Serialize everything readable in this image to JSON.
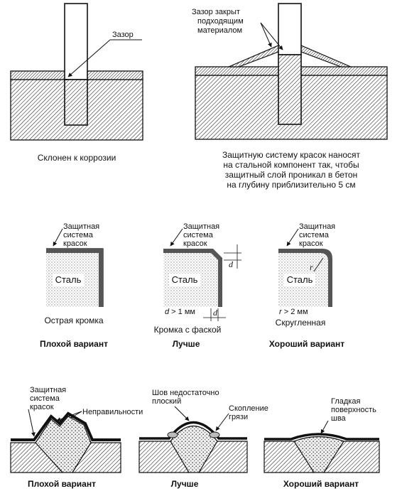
{
  "top": {
    "left": {
      "gap_label": "Зазор",
      "caption": "Склонен к коррозии"
    },
    "right": {
      "gap_closed_label": [
        "Зазор закрыт",
        "подходящим",
        "материалом"
      ],
      "caption": [
        "Защитную систему красок наносят",
        "на стальной компонент так, чтобы",
        "защитный слой проникал в бетон",
        "на глубину приблизительно 5 см"
      ]
    }
  },
  "edges": {
    "paint_label": [
      "Защитная",
      "система",
      "красок"
    ],
    "steel_label": "Сталь",
    "sharp": {
      "caption": "Острая кромка",
      "verdict": "Плохой вариант"
    },
    "chamfer": {
      "d_symbol": "d",
      "condition_prefix": "d",
      "condition": " > 1 мм",
      "caption": "Кромка с фаской",
      "verdict": "Лучше"
    },
    "rounded": {
      "r_symbol": "r",
      "condition_prefix": "r",
      "condition": " > 2 мм",
      "caption": "Скругленная",
      "verdict": "Хороший вариант"
    }
  },
  "welds": {
    "bad": {
      "paint_label": [
        "Защитная",
        "система",
        "красок"
      ],
      "irregularities_label": "Неправильности",
      "verdict": "Плохой вариант"
    },
    "better": {
      "flat_label": [
        "Шов недостаточно",
        "плоский"
      ],
      "dirt_label": [
        "Скопление",
        "грязи"
      ],
      "verdict": "Лучше"
    },
    "good": {
      "smooth_label": [
        "Гладкая",
        "поверхность",
        "шва"
      ],
      "verdict": "Хороший вариант"
    }
  }
}
